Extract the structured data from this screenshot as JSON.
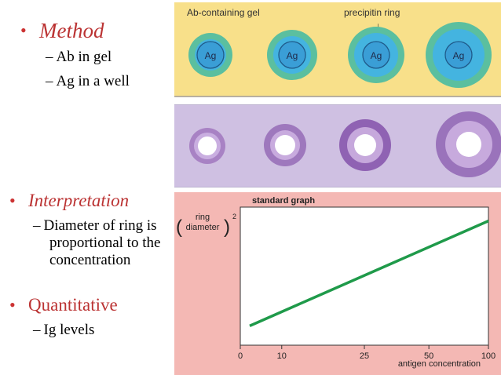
{
  "bullets": {
    "method": {
      "label": "Method",
      "sub": [
        "Ab in gel",
        "Ag in a well"
      ]
    },
    "interpretation": {
      "label": "Interpretation",
      "sub": [
        "Diameter of ring is",
        "proportional to the",
        "concentration"
      ]
    },
    "quantitative": {
      "label": "Quantitative",
      "sub": [
        "Ig levels"
      ]
    }
  },
  "gel_panel": {
    "label_left": "Ab-containing gel",
    "label_right": "precipitin ring",
    "well_label": "Ag"
  },
  "graph": {
    "title": "standard graph",
    "ylabel_top": "ring",
    "ylabel_bottom": "diameter",
    "ylabel_exponent": "2",
    "xlabel": "antigen concentration"
  },
  "colors": {
    "accent": "#bb3333",
    "gel": "#f8e08a",
    "photo": "#cfc0e2",
    "graph_bg": "#f4b8b4",
    "line": "#1f9a4a",
    "ring_outer": "#5bbf9f",
    "ring_inner": "#44b4e0"
  },
  "chart_data": {
    "type": "line",
    "title": "standard graph",
    "xlabel": "antigen concentration",
    "ylabel": "(ring diameter)²",
    "x_scale": "log",
    "x_ticks": [
      0,
      10,
      25,
      50,
      100
    ],
    "series": [
      {
        "values": [
          {
            "x": 7,
            "y": 0.14
          },
          {
            "x": 100,
            "y": 0.9
          }
        ]
      }
    ],
    "ylim": [
      0,
      1
    ],
    "grid": false
  }
}
